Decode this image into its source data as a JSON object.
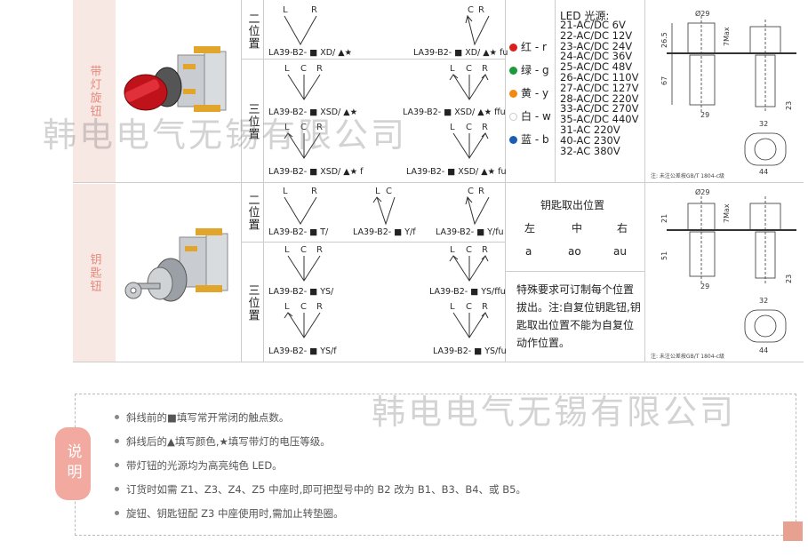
{
  "rows": [
    {
      "category": "带灯旋钮"
    },
    {
      "category": "钥匙钮"
    }
  ],
  "positions": {
    "two": "二位置",
    "three": "三位置"
  },
  "lamp_two": [
    {
      "labels": [
        "L",
        "R"
      ],
      "model": "LA39-B2- ■ XD/ ▲★"
    },
    {
      "labels": [
        "C",
        "R"
      ],
      "model": "LA39-B2- ■ XD/ ▲★ fu"
    }
  ],
  "lamp_three": [
    {
      "labels": [
        "L",
        "C",
        "R"
      ],
      "model": "LA39-B2- ■ XSD/ ▲★"
    },
    {
      "labels": [
        "L",
        "C",
        "R"
      ],
      "model": "LA39-B2- ■ XSD/ ▲★ ffu"
    },
    {
      "labels": [
        "L",
        "C",
        "R"
      ],
      "model": "LA39-B2- ■ XSD/ ▲★ f"
    },
    {
      "labels": [
        "L",
        "C",
        "R"
      ],
      "model": "LA39-B2- ■ XSD/ ▲★ fu"
    }
  ],
  "colors": [
    {
      "label": "红 - r",
      "color": "#d9201a"
    },
    {
      "label": "绿 - g",
      "color": "#1a9a3a"
    },
    {
      "label": "黄 - y",
      "color": "#f08a10"
    },
    {
      "label": "白 - w",
      "color": "#ffffff"
    },
    {
      "label": "蓝 - b",
      "color": "#1b5db5"
    }
  ],
  "led": {
    "title": "LED 光源:",
    "items": [
      "21-AC/DC 6V",
      "22-AC/DC 12V",
      "23-AC/DC 24V",
      "24-AC/DC 36V",
      "25-AC/DC 48V",
      "26-AC/DC 110V",
      "27-AC/DC 127V",
      "28-AC/DC 220V",
      "33-AC/DC 270V",
      "35-AC/DC 440V",
      "31-AC 220V",
      "40-AC 230V",
      "32-AC 380V"
    ]
  },
  "drawing1": {
    "d": "Ø29",
    "h1": "26.5",
    "h2": "67",
    "w1": "29",
    "max": "7Max",
    "h3": "23",
    "w2": "32",
    "w3": "44",
    "note": "注: 未注公差按GB/T 1804-c级"
  },
  "drawing2": {
    "d": "Ø29",
    "h1": "21",
    "h2": "51",
    "w1": "29",
    "max": "7Max",
    "h3": "23",
    "w2": "32",
    "w3": "44",
    "note": "注: 未注公差按GB/T 1804-c级"
  },
  "key_two": [
    {
      "labels": [
        "L",
        "R"
      ],
      "model": "LA39-B2- ■ T/"
    },
    {
      "labels": [
        "L",
        "C"
      ],
      "model": "LA39-B2- ■ Y/f"
    },
    {
      "labels": [
        "C",
        "R"
      ],
      "model": "LA39-B2- ■ Y/fu"
    }
  ],
  "key_three": [
    {
      "labels": [
        "L",
        "C",
        "R"
      ],
      "model": "LA39-B2- ■ YS/"
    },
    {
      "labels": [
        "L",
        "C",
        "R"
      ],
      "model": "LA39-B2- ■ YS/ffu"
    },
    {
      "labels": [
        "L",
        "C",
        "R"
      ],
      "model": "LA39-B2- ■ YS/f"
    },
    {
      "labels": [
        "L",
        "C",
        "R"
      ],
      "model": "LA39-B2- ■ YS/fu"
    }
  ],
  "key_removal": {
    "title": "钥匙取出位置",
    "positions": [
      "左",
      "中",
      "右"
    ],
    "codes": [
      "a",
      "ao",
      "au"
    ],
    "special": "特殊要求可订制每个位置拔出。注:自复位钥匙钮,钥匙取出位置不能为自复位动作位置。"
  },
  "watermark": "韩电电气无锡有限公司",
  "notes": {
    "badge": "说明",
    "items": [
      "斜线前的■填写常开常闭的触点数。",
      "斜线后的▲填写颜色,★填写带灯的电压等级。",
      "带灯钮的光源均为高亮纯色 LED。",
      "订货时如需 Z1、Z3、Z4、Z5 中座时,即可把型号中的 B2 改为 B1、B3、B4、或 B5。",
      "旋钮、钥匙钮配 Z3 中座使用时,需加止转垫圈。"
    ]
  }
}
